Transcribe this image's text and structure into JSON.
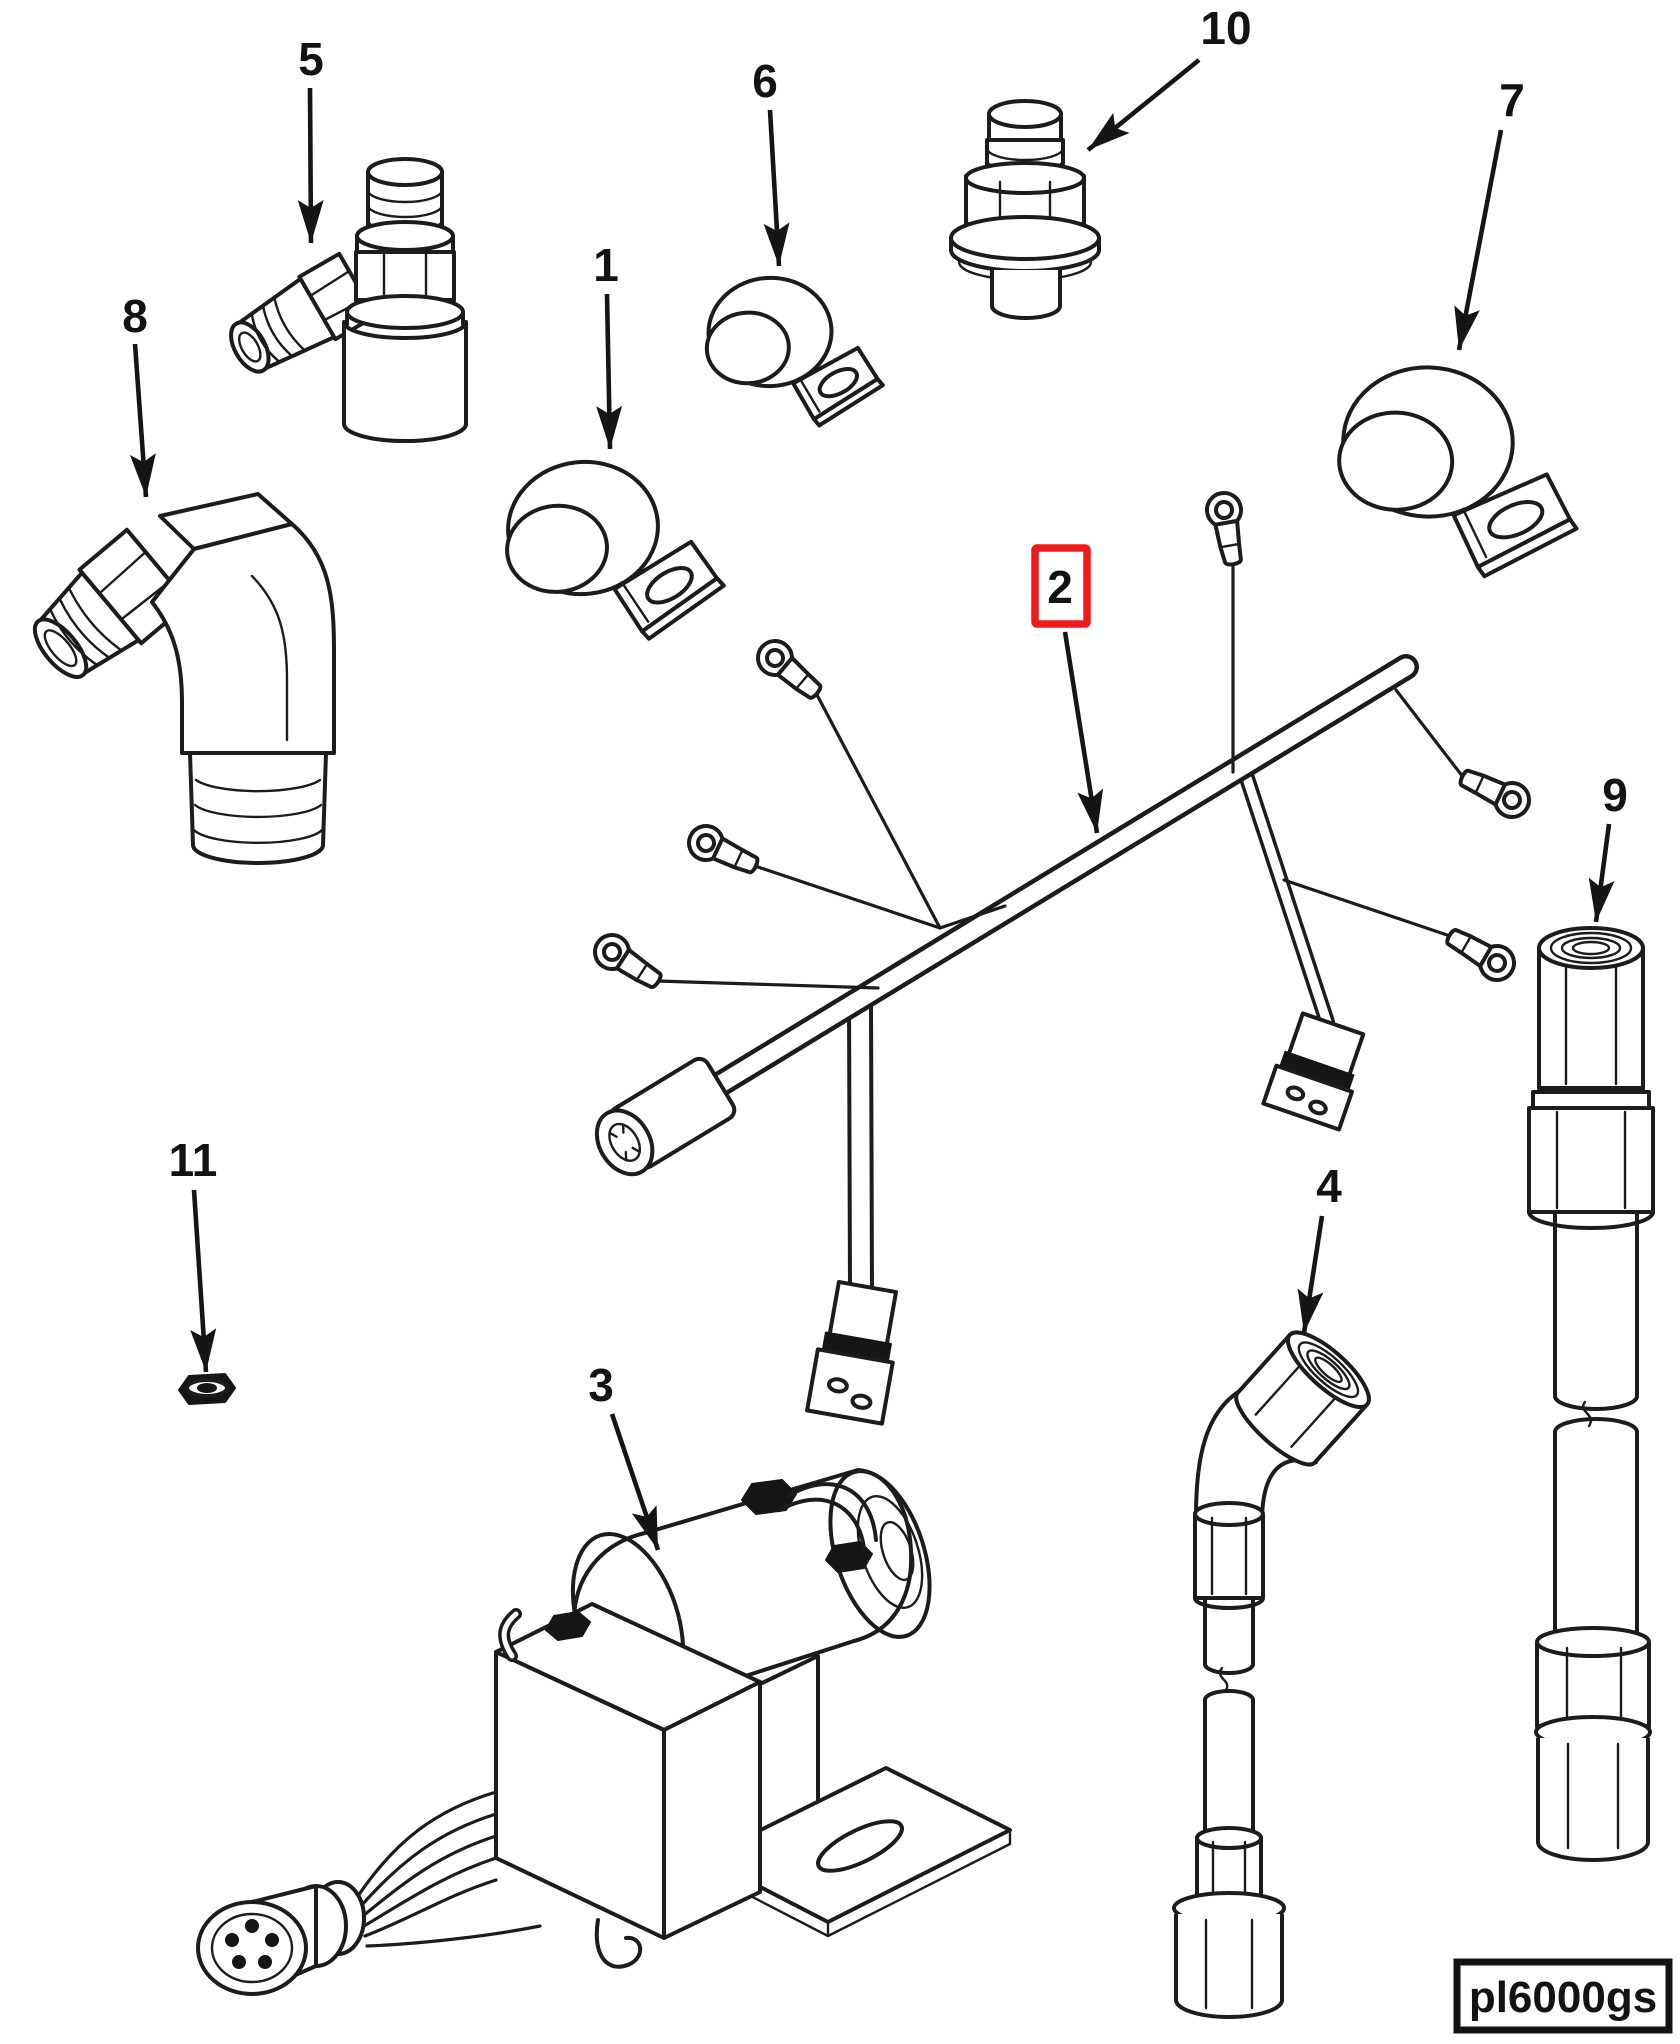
{
  "diagram": {
    "drawing_code": "pl6000gs",
    "background_color": "#ffffff",
    "line_color": "#1c1c1c",
    "highlight_color": "#ee1b1b",
    "highlighted_callout": "2",
    "callouts": [
      {
        "label": "1",
        "part": "hose-clamp"
      },
      {
        "label": "2",
        "part": "wiring-harness",
        "highlighted": true
      },
      {
        "label": "3",
        "part": "pump-solenoid-assembly"
      },
      {
        "label": "4",
        "part": "flexible-hose-elbow-fitting"
      },
      {
        "label": "5",
        "part": "valve-fitting-side-port"
      },
      {
        "label": "6",
        "part": "hose-clamp"
      },
      {
        "label": "7",
        "part": "hose-clamp-large"
      },
      {
        "label": "8",
        "part": "elbow-fitting-90deg"
      },
      {
        "label": "9",
        "part": "flexible-hose-straight-fitting"
      },
      {
        "label": "10",
        "part": "pressure-sender-switch"
      },
      {
        "label": "11",
        "part": "hex-nut"
      }
    ]
  }
}
